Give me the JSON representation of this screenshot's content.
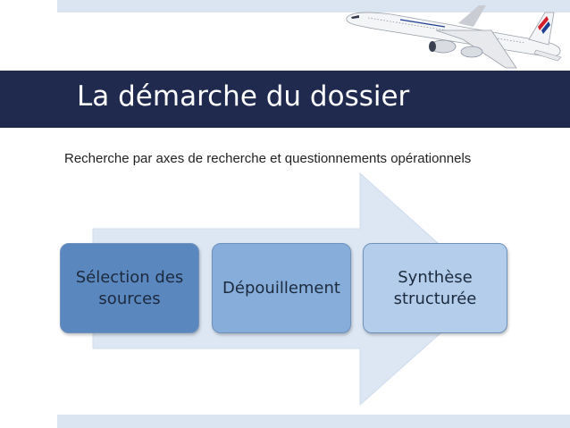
{
  "slide": {
    "title": "La démarche du dossier",
    "subtitle": "Recherche par axes de recherche et questionnements opérationnels"
  },
  "process": {
    "steps": [
      {
        "label": "Sélection des\nsources"
      },
      {
        "label": "Dépouillement"
      },
      {
        "label": "Synthèse\nstructurée"
      }
    ]
  },
  "colors": {
    "title_bar": "#1f2a4e",
    "strip": "#dbe5f1",
    "arrow": "#dde7f3",
    "step_1": "#5b87bf",
    "step_2": "#87aedb",
    "step_3": "#b3cdeb"
  },
  "icons": {
    "illustration": "airplane-icon"
  }
}
